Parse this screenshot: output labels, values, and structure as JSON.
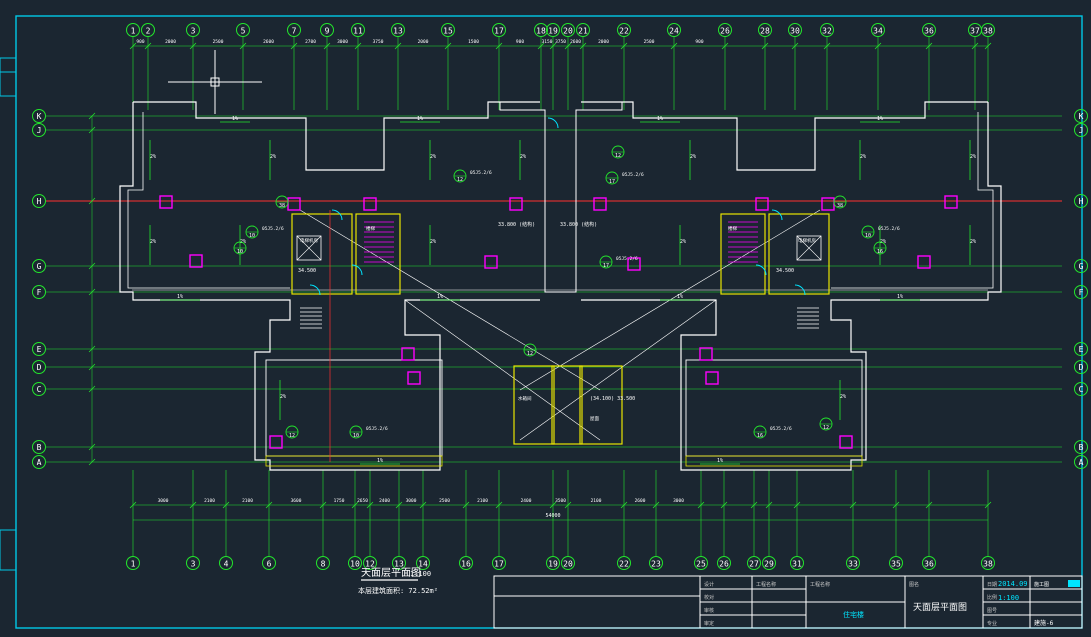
{
  "grid": {
    "top_labels": [
      "1",
      "2",
      "3",
      "5",
      "7",
      "9",
      "11",
      "13",
      "15",
      "17",
      "18",
      "19",
      "20",
      "21",
      "22",
      "24",
      "26",
      "28",
      "30",
      "32",
      "34",
      "36",
      "37",
      "38"
    ],
    "bottom_labels": [
      "1",
      "3",
      "4",
      "6",
      "8",
      "10",
      "12",
      "13",
      "14",
      "16",
      "17",
      "19",
      "20",
      "22",
      "23",
      "25",
      "26",
      "27",
      "29",
      "31",
      "33",
      "35",
      "36",
      "38"
    ],
    "row_labels": [
      "K",
      "J",
      "H",
      "G",
      "F",
      "E",
      "D",
      "C",
      "B",
      "A"
    ],
    "top_dimensions": [
      "900",
      "2000",
      "2500",
      "2600",
      "2700",
      "3000",
      "3750",
      "2000",
      "1500",
      "900",
      "3150",
      "3750",
      "2600",
      "2000",
      "2500",
      "900"
    ],
    "bottom_dimensions": [
      "3000",
      "2100",
      "2100",
      "3600",
      "1750",
      "2650",
      "2400",
      "3000",
      "2500",
      "2100",
      "2400",
      "3500",
      "2100",
      "2600",
      "3000"
    ],
    "overall_dimension": "54000"
  },
  "annotations": {
    "slope": "2%",
    "slope_small": "1%",
    "elev_roof": "33.800 (结构)",
    "elev_left": "34.500",
    "elev_right": "34.500",
    "elev_center": "(34.100) 33.500",
    "callout_detail": "05J5.2/6",
    "callout_num_a": "12",
    "callout_num_b": "17",
    "callout_num_c": "10",
    "callout_num_d": "16",
    "callout_num_e": "38",
    "room_stair": "楼梯",
    "room_elevator": "电梯机房",
    "room_water": "水箱间",
    "room_note": "屋面"
  },
  "plan_title": "天面层平面图",
  "plan_scale": "1:100",
  "plan_area": "本层建筑面积: 72.52m²",
  "title_block": {
    "project": "住宅楼",
    "drawing_name": "天面层平面图",
    "date": "2014.09",
    "scale": "1:100",
    "drawing_no": "建施-6",
    "stage": "施工图",
    "labels": [
      "设计",
      "校对",
      "审核",
      "审定",
      "工程名称",
      "图名",
      "日期",
      "比例",
      "图号",
      "专业"
    ]
  },
  "colors": {
    "background": "#1b2631",
    "frame": "#00c8e6",
    "grid": "#23e62c",
    "wall": "#ffffff",
    "annotation": "#ffffff",
    "axis_line": "#ff3030",
    "magenta": "#ff00ff",
    "yellow": "#e8e400",
    "cyan": "#00e5ff"
  }
}
